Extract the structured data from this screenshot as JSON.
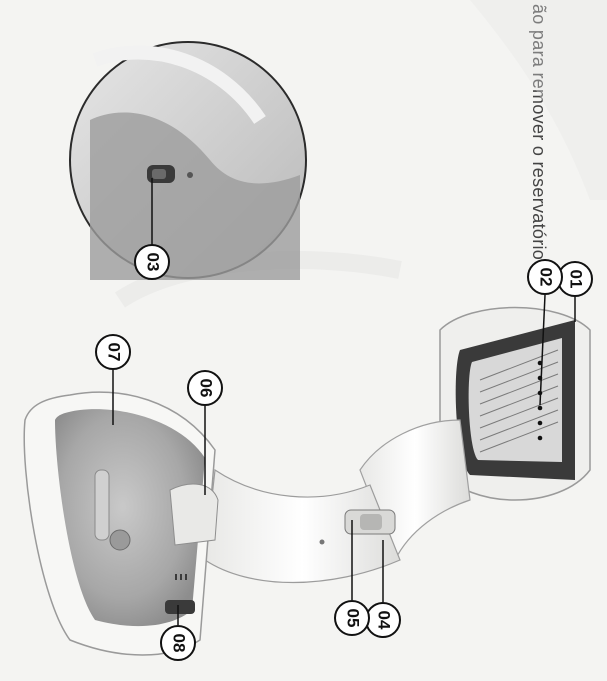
{
  "side_text": "ão para remover o reservatório de",
  "callouts": [
    {
      "label": "01"
    },
    {
      "label": "02"
    },
    {
      "label": "03"
    },
    {
      "label": "04"
    },
    {
      "label": "05"
    },
    {
      "label": "06"
    },
    {
      "label": "07"
    },
    {
      "label": "08"
    }
  ],
  "icons": {
    "product": "garment-steamer-illustration",
    "detail": "magnifier-detail-circle"
  }
}
